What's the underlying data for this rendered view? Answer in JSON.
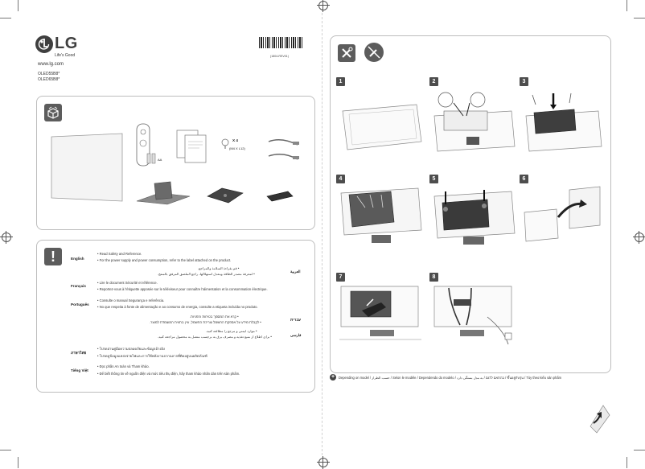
{
  "brand": {
    "logo_text": "LG",
    "tagline": "Life's Good",
    "website": "www.lg.com",
    "models": [
      "OLED55B8*",
      "OLED65B8*"
    ],
    "barcode_caption": "(1804-REV01)"
  },
  "accessories": {
    "battery_label": "AA",
    "screw_count": "X 4",
    "screw_spec": "(M4 X L12)"
  },
  "notices": [
    {
      "lang": "English",
      "lines": [
        "• Read Safety and Reference.",
        "• For the power supply and power consumption, refer to the label attached on the product."
      ]
    },
    {
      "lang": "العربية",
      "lines": [
        "• قم بقراءة السلامة والمراجع.",
        "• لمعرفة مصدر الطاقة ومعدل استهلاكها، راجع الملصق المرفق بالمنتج."
      ]
    },
    {
      "lang": "Français",
      "lines": [
        "• Lire le document Sécurité et référence.",
        "• Reportez-vous à l'étiquette apposée sur le téléviseur pour connaître l'alimentation et la consommation électrique."
      ]
    },
    {
      "lang": "Português",
      "lines": [
        "• Consulte o manual Segurança e referência.",
        "• No que respeita à fonte de alimentação e ao consumo de energia, consulte a etiqueta incluída no produto."
      ]
    },
    {
      "lang": "עברית",
      "lines": [
        "• קרא את המסמך בטיחות והפניות.",
        "• לקבלת מידע על אספקת החשמל וצריכת החשמל, עיין בתווית המוצמדת למוצר."
      ]
    },
    {
      "lang": "فارسی",
      "lines": [
        "• موارد ایمنی و مرجع را مطالعه کنید.",
        "• برای اطلاع از منبع تغذیه و مصرف برق به برچسب متصل به محصول مراجعه کنید."
      ]
    },
    {
      "lang": "ภาษาไทย",
      "lines": [
        "• โปรดอ่านคู่มือความปลอดภัยและข้อมูลอ้างอิง",
        "• โปรดดูข้อมูลแหล่งจ่ายไฟและการใช้พลังงานจากฉลากที่ติดอยู่บนผลิตภัณฑ์"
      ]
    },
    {
      "lang": "Tiếng Việt",
      "lines": [
        "• Đọc phần An toàn và Tham khảo.",
        "• Để biết thông tin về nguồn điện và mức tiêu thụ điện, hãy tham khảo nhãn dán trên sản phẩm."
      ]
    }
  ],
  "steps": [
    "1",
    "2",
    "3",
    "4",
    "5",
    "6",
    "7",
    "8"
  ],
  "footnote": "Depending on model / حسب الطراز / Selon le modèle / Dependendo do modelo / בהתאם לדגם / به مدل بستگی دارد / ขึ้นอยู่กับรุ่น / Tùy theo kiểu sản phẩm"
}
